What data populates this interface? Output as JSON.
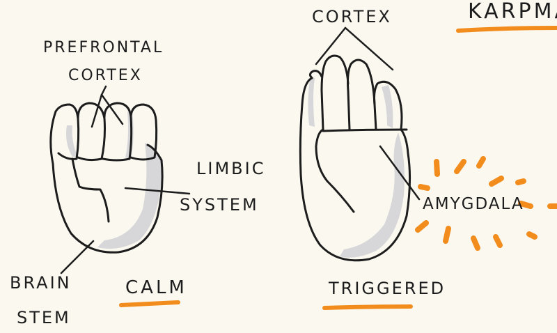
{
  "labels": {
    "prefrontal": "PREFRONTAL",
    "cortex_left": "CORTEX",
    "limbic": "LIMBIC",
    "system": "SYSTEM",
    "brain": "BRAIN",
    "stem": "STEM",
    "calm": "CALM",
    "cortex_right": "CORTEX",
    "karpman": "KARPMA",
    "amygdala": "AMYGDALA",
    "triggered": "TRIGGERED"
  },
  "colors": {
    "ink": "#1d1d1d",
    "accent_orange": "#f28c1c",
    "shadow": "#d7d7d9",
    "paper": "#faf8ef"
  }
}
